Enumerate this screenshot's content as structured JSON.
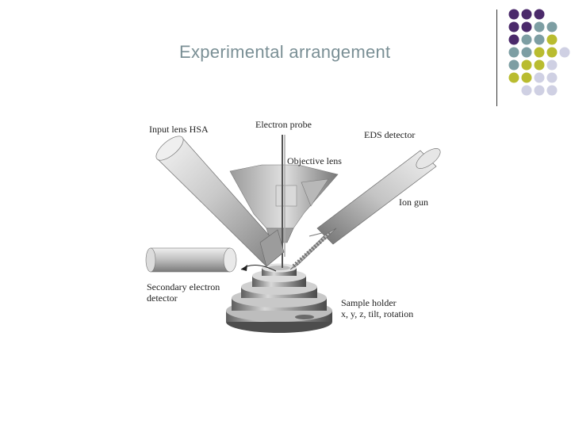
{
  "slide": {
    "title": "Experimental arrangement"
  },
  "colors": {
    "title": "#7a8f95",
    "dot_purple": "#4b2a6b",
    "dot_teal": "#7d9ea3",
    "dot_olive": "#b9bc2f",
    "dot_lavender": "#cfd0e3"
  },
  "diagram": {
    "labels": {
      "input_lens": "Input lens HSA",
      "electron_probe": "Electron probe",
      "eds_detector": "EDS detector",
      "objective_lens": "Objective lens",
      "ion_gun": "Ion gun",
      "secondary_line1": "Secondary electron",
      "secondary_line2": "detector",
      "sample_line1": "Sample holder",
      "sample_line2": "x, y, z, tilt, rotation"
    }
  }
}
